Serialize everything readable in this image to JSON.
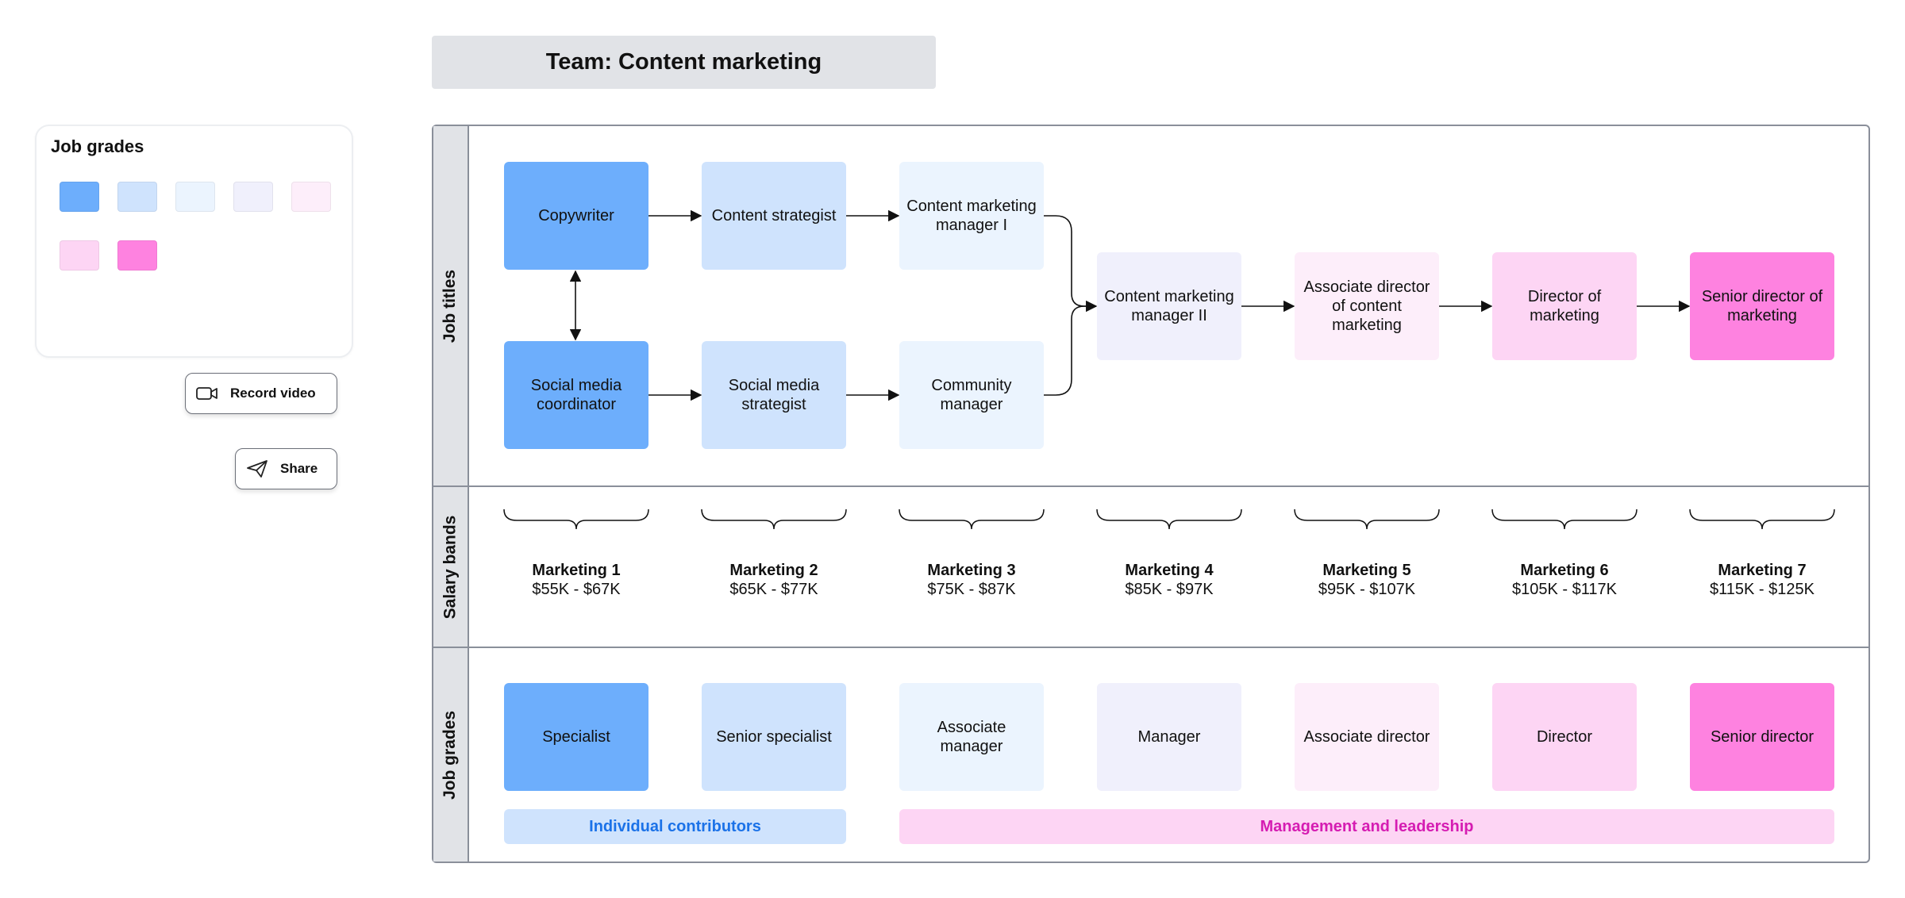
{
  "header": {
    "title": "Team: Content marketing"
  },
  "legend": {
    "title": "Job grades",
    "swatches": [
      "#6daefc",
      "#cfe3fd",
      "#ebf4fe",
      "#f0f0fc",
      "#fdeefa",
      "#fdd5f4",
      "#fe82e0"
    ]
  },
  "actions": {
    "record_label": "Record video",
    "share_label": "Share"
  },
  "lanes": {
    "titles": "Job titles",
    "bands": "Salary bands",
    "grades": "Job grades"
  },
  "job_titles": [
    {
      "label": "Copywriter",
      "grade": 1
    },
    {
      "label": "Social media coordinator",
      "grade": 1
    },
    {
      "label": "Content strategist",
      "grade": 2
    },
    {
      "label": "Social media strategist",
      "grade": 2
    },
    {
      "label": "Content marketing manager I",
      "grade": 3
    },
    {
      "label": "Community manager",
      "grade": 3
    },
    {
      "label": "Content marketing manager II",
      "grade": 4
    },
    {
      "label": "Associate director of content marketing",
      "grade": 5
    },
    {
      "label": "Director of marketing",
      "grade": 6
    },
    {
      "label": "Senior director of marketing",
      "grade": 7
    }
  ],
  "salary_bands": [
    {
      "name": "Marketing 1",
      "range": "$55K - $67K"
    },
    {
      "name": "Marketing 2",
      "range": "$65K - $77K"
    },
    {
      "name": "Marketing 3",
      "range": "$75K - $87K"
    },
    {
      "name": "Marketing 4",
      "range": "$85K - $97K"
    },
    {
      "name": "Marketing 5",
      "range": "$95K - $107K"
    },
    {
      "name": "Marketing 6",
      "range": "$105K - $117K"
    },
    {
      "name": "Marketing 7",
      "range": "$115K - $125K"
    }
  ],
  "job_grades": [
    {
      "label": "Specialist",
      "color": "#6daefc"
    },
    {
      "label": "Senior specialist",
      "color": "#cfe3fd"
    },
    {
      "label": "Associate manager",
      "color": "#ebf4fe"
    },
    {
      "label": "Manager",
      "color": "#f0f0fc"
    },
    {
      "label": "Associate director",
      "color": "#fdeefa"
    },
    {
      "label": "Director",
      "color": "#fdd5f4"
    },
    {
      "label": "Senior director",
      "color": "#fe82e0"
    }
  ],
  "groups": {
    "individual": {
      "label": "Individual contributors",
      "bg": "#cfe3fd",
      "text": "#1b72e8"
    },
    "management": {
      "label": "Management and leadership",
      "bg": "#fdd5f4",
      "text": "#d51cb2"
    }
  },
  "connections": [
    {
      "from": "Copywriter",
      "to": "Content strategist"
    },
    {
      "from": "Content strategist",
      "to": "Content marketing manager I"
    },
    {
      "from": "Social media coordinator",
      "to": "Social media strategist"
    },
    {
      "from": "Social media strategist",
      "to": "Community manager"
    },
    {
      "from": "Copywriter",
      "to": "Social media coordinator",
      "bidirectional": true
    },
    {
      "from": "Content marketing manager I",
      "to": "Content marketing manager II"
    },
    {
      "from": "Community manager",
      "to": "Content marketing manager II"
    },
    {
      "from": "Content marketing manager II",
      "to": "Associate director of content marketing"
    },
    {
      "from": "Associate director of content marketing",
      "to": "Director of marketing"
    },
    {
      "from": "Director of marketing",
      "to": "Senior director of marketing"
    }
  ]
}
